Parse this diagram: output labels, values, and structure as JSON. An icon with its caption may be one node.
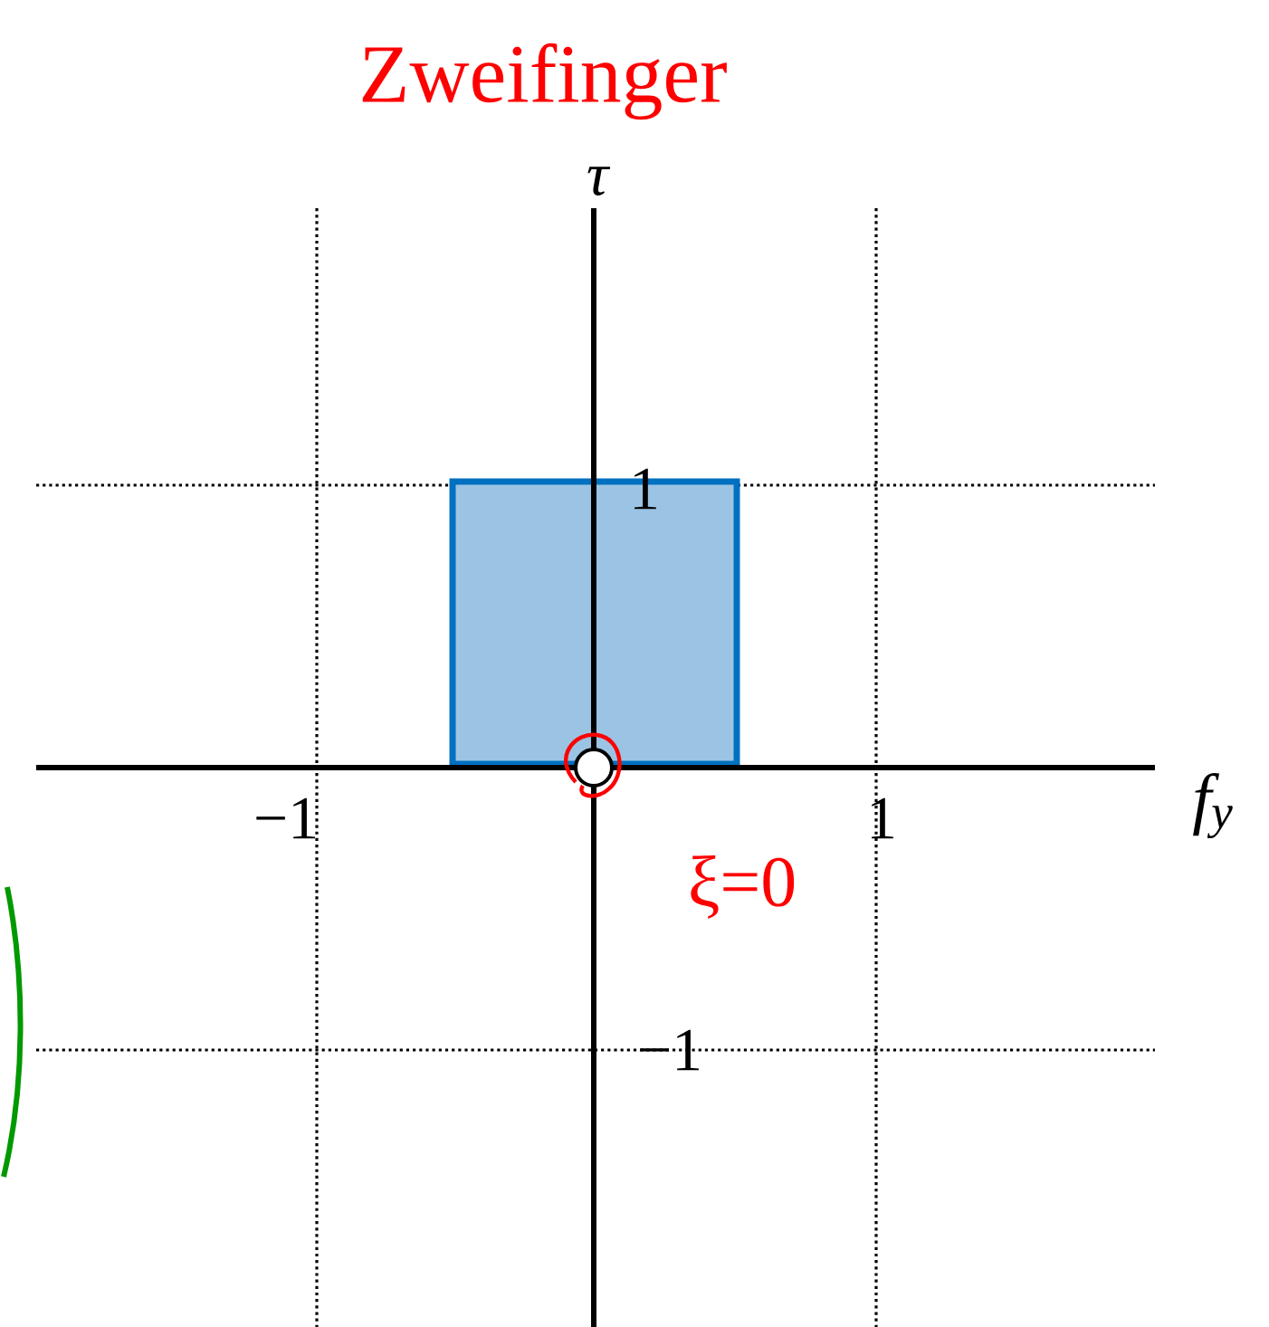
{
  "diagram": {
    "labels": [
      "Zweifinger",
      "τ",
      "1",
      "−1",
      "1",
      "f$_{y}$",
      "ξ=0",
      "−1"
    ]
  }
}
